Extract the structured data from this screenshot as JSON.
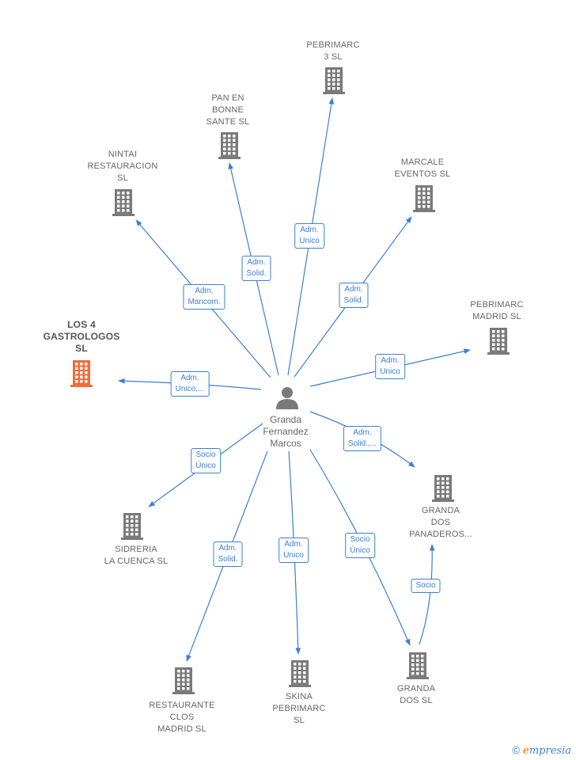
{
  "center": {
    "name": "Granda\nFernandez\nMarcos",
    "icon": "person-icon"
  },
  "colors": {
    "edge": "#3a7fd5",
    "building": "#7a7a7a",
    "highlight": "#f26b3a"
  },
  "companies": [
    {
      "id": "pebrimarc3",
      "name": "PEBRIMARC\n3  SL",
      "highlight": false
    },
    {
      "id": "panenbonne",
      "name": "PAN EN\nBONNE\nSANTE  SL",
      "highlight": false
    },
    {
      "id": "nintai",
      "name": "NINTAI\nRESTAURACION\nSL",
      "highlight": false
    },
    {
      "id": "marcale",
      "name": "MARCALE\nEVENTOS  SL",
      "highlight": false
    },
    {
      "id": "pebrimarcmadrid",
      "name": "PEBRIMARC\nMADRID  SL",
      "highlight": false
    },
    {
      "id": "los4",
      "name": "LOS 4\nGASTROLOGOS\nSL",
      "highlight": true
    },
    {
      "id": "grandadospan",
      "name": "GRANDA\nDOS\nPANADEROS...",
      "highlight": false
    },
    {
      "id": "sidreria",
      "name": "SIDRERIA\nLA CUENCA  SL",
      "highlight": false
    },
    {
      "id": "restaurante",
      "name": "RESTAURANTE\nCLOS\nMADRID  SL",
      "highlight": false
    },
    {
      "id": "skina",
      "name": "SKINA\nPEBRIMARC\nSL",
      "highlight": false
    },
    {
      "id": "grandados",
      "name": "GRANDA\nDOS SL",
      "highlight": false
    }
  ],
  "edges": [
    {
      "from": "center",
      "to": "pebrimarc3",
      "label": "Adm.\nUnico"
    },
    {
      "from": "center",
      "to": "panenbonne",
      "label": "Adm.\nSolid."
    },
    {
      "from": "center",
      "to": "nintai",
      "label": "Adm.\nMancom."
    },
    {
      "from": "center",
      "to": "marcale",
      "label": "Adm.\nSolid."
    },
    {
      "from": "center",
      "to": "pebrimarcmadrid",
      "label": "Adm.\nUnico"
    },
    {
      "from": "center",
      "to": "los4",
      "label": "Adm.\nUnico,..."
    },
    {
      "from": "center",
      "to": "grandadospan",
      "label": "Adm.\nSolid.,..."
    },
    {
      "from": "center",
      "to": "sidreria",
      "label": "Socio\nÚnico"
    },
    {
      "from": "center",
      "to": "restaurante",
      "label": "Adm.\nSolid."
    },
    {
      "from": "center",
      "to": "skina",
      "label": "Adm.\nUnico"
    },
    {
      "from": "center",
      "to": "grandados",
      "label": "Socio\nÚnico"
    },
    {
      "from": "grandados",
      "to": "grandadospan",
      "label": "Socio"
    }
  ],
  "footer": {
    "copyright": "©",
    "brand_e": "e",
    "brand_rest": "mpresia"
  }
}
